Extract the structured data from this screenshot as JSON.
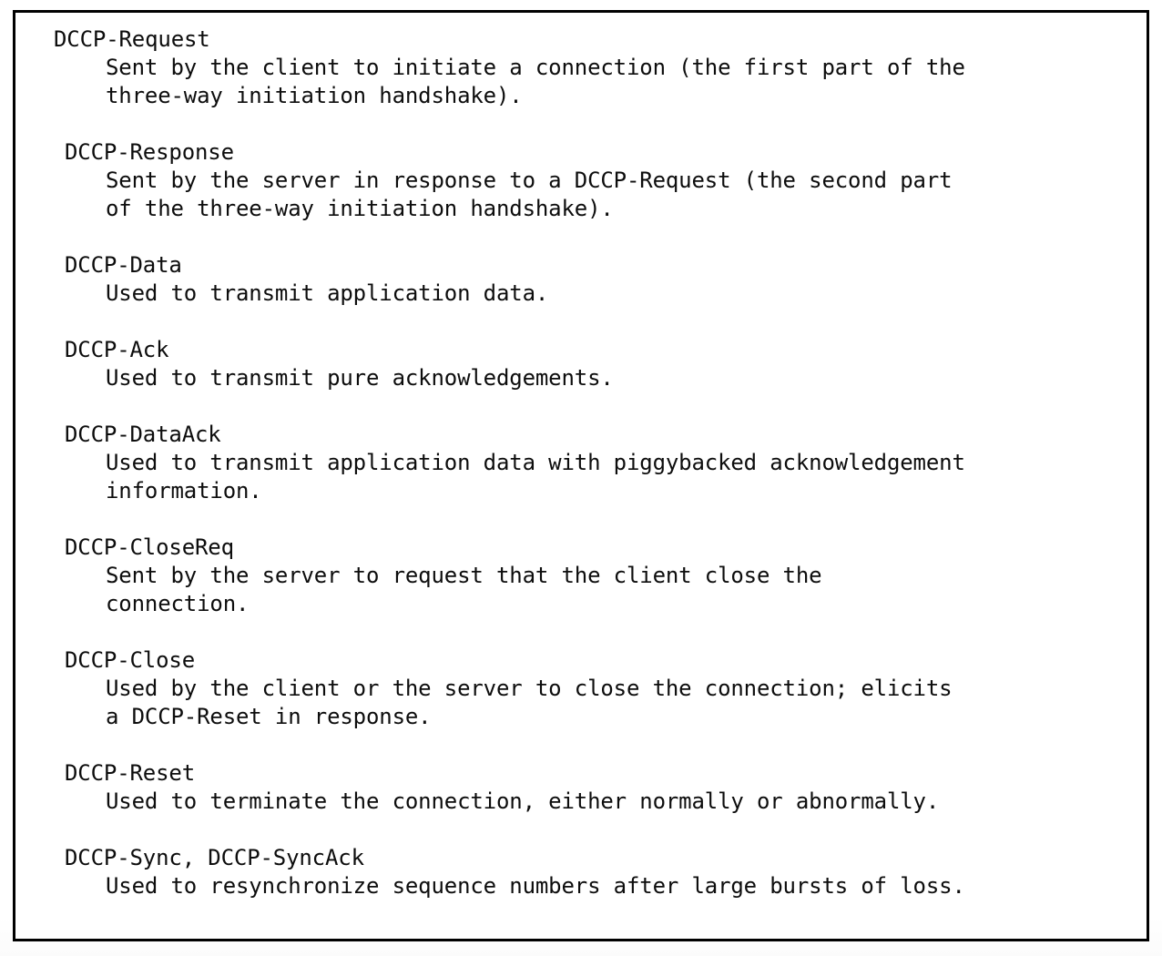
{
  "figure": {
    "kind": "definition-list",
    "border_color": "#000000",
    "background_color": "#ffffff",
    "text_color": "#0d0d0d",
    "entries": [
      {
        "term": "DCCP-Request",
        "lines": [
          "Sent by the client to initiate a connection (the first part of the",
          "three-way initiation handshake)."
        ]
      },
      {
        "term": "DCCP-Response",
        "lines": [
          "Sent by the server in response to a DCCP-Request (the second part",
          "of the three-way initiation handshake)."
        ]
      },
      {
        "term": "DCCP-Data",
        "lines": [
          "Used to transmit application data."
        ]
      },
      {
        "term": "DCCP-Ack",
        "lines": [
          "Used to transmit pure acknowledgements."
        ]
      },
      {
        "term": "DCCP-DataAck",
        "lines": [
          "Used to transmit application data with piggybacked acknowledgement",
          "information."
        ]
      },
      {
        "term": "DCCP-CloseReq",
        "lines": [
          "Sent by the server to request that the client close the",
          "connection."
        ]
      },
      {
        "term": "DCCP-Close",
        "lines": [
          "Used by the client or the server to close the connection; elicits",
          "a DCCP-Reset in response."
        ]
      },
      {
        "term": "DCCP-Reset",
        "lines": [
          "Used to terminate the connection, either normally or abnormally."
        ]
      },
      {
        "term": "DCCP-Sync, DCCP-SyncAck",
        "lines": [
          "Used to resynchronize sequence numbers after large bursts of loss."
        ]
      }
    ]
  }
}
